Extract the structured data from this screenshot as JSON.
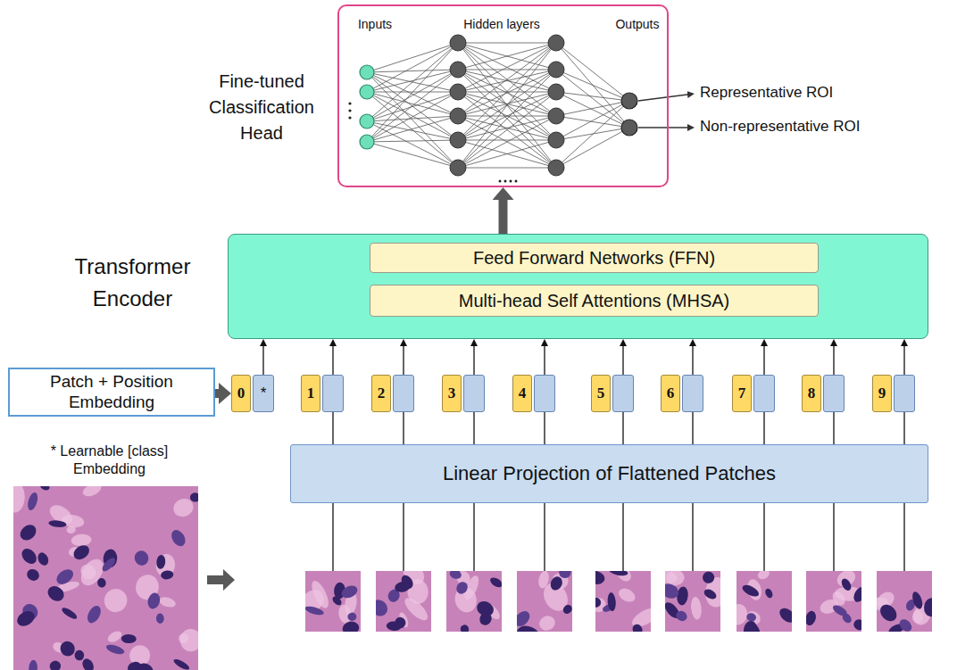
{
  "diagram": {
    "nodes": [
      {
        "text": [
          "Fine-tuned Classification Head",
          "Inputs",
          "Hidden layers",
          "Outputs"
        ]
      },
      {
        "text": [
          "Transformer Encoder"
        ]
      },
      {
        "text": [
          "Feed Forward Networks (FFN)"
        ],
        "in": 1
      },
      {
        "text": [
          "Multi-head Self Attentions (MHSA)"
        ],
        "in": 1
      },
      {
        "text": [
          "Patch + Position Embedding"
        ]
      },
      {
        "text": [
          "0",
          "*"
        ]
      },
      {
        "text": [
          "1"
        ]
      },
      {
        "text": [
          "2"
        ]
      },
      {
        "text": [
          "3"
        ]
      },
      {
        "text": [
          "4"
        ]
      },
      {
        "text": [
          "5"
        ]
      },
      {
        "text": [
          "6"
        ]
      },
      {
        "text": [
          "7"
        ]
      },
      {
        "text": [
          "8"
        ]
      },
      {
        "text": [
          "9"
        ]
      },
      {
        "text": [
          "Linear Projection of Flattened Patches"
        ]
      }
    ],
    "edges": [
      {
        "from": 1,
        "to": 0,
        "arrow": "to"
      },
      {
        "from": 4,
        "to": 5,
        "arrow": "to"
      },
      {
        "from": 5,
        "to": 1,
        "arrow": "to"
      },
      {
        "from": 6,
        "to": 1,
        "arrow": "to"
      },
      {
        "from": 7,
        "to": 1,
        "arrow": "to"
      },
      {
        "from": 8,
        "to": 1,
        "arrow": "to"
      },
      {
        "from": 9,
        "to": 1,
        "arrow": "to"
      },
      {
        "from": 10,
        "to": 1,
        "arrow": "to"
      },
      {
        "from": 11,
        "to": 1,
        "arrow": "to"
      },
      {
        "from": 12,
        "to": 1,
        "arrow": "to"
      },
      {
        "from": 13,
        "to": 1,
        "arrow": "to"
      },
      {
        "from": 14,
        "to": 1,
        "arrow": "to"
      },
      {
        "from": 15,
        "to": 6,
        "arrow": "none"
      },
      {
        "from": 15,
        "to": 7,
        "arrow": "none"
      },
      {
        "from": 15,
        "to": 8,
        "arrow": "none"
      },
      {
        "from": 15,
        "to": 9,
        "arrow": "none"
      },
      {
        "from": 15,
        "to": 10,
        "arrow": "none"
      },
      {
        "from": 15,
        "to": 11,
        "arrow": "none"
      },
      {
        "from": 15,
        "to": 12,
        "arrow": "none"
      },
      {
        "from": 15,
        "to": 13,
        "arrow": "none"
      },
      {
        "from": 15,
        "to": 14,
        "arrow": "none"
      }
    ],
    "labels": [
      "Representative ROI",
      "Non-representative ROI",
      "* Learnable [class] Embedding"
    ]
  }
}
